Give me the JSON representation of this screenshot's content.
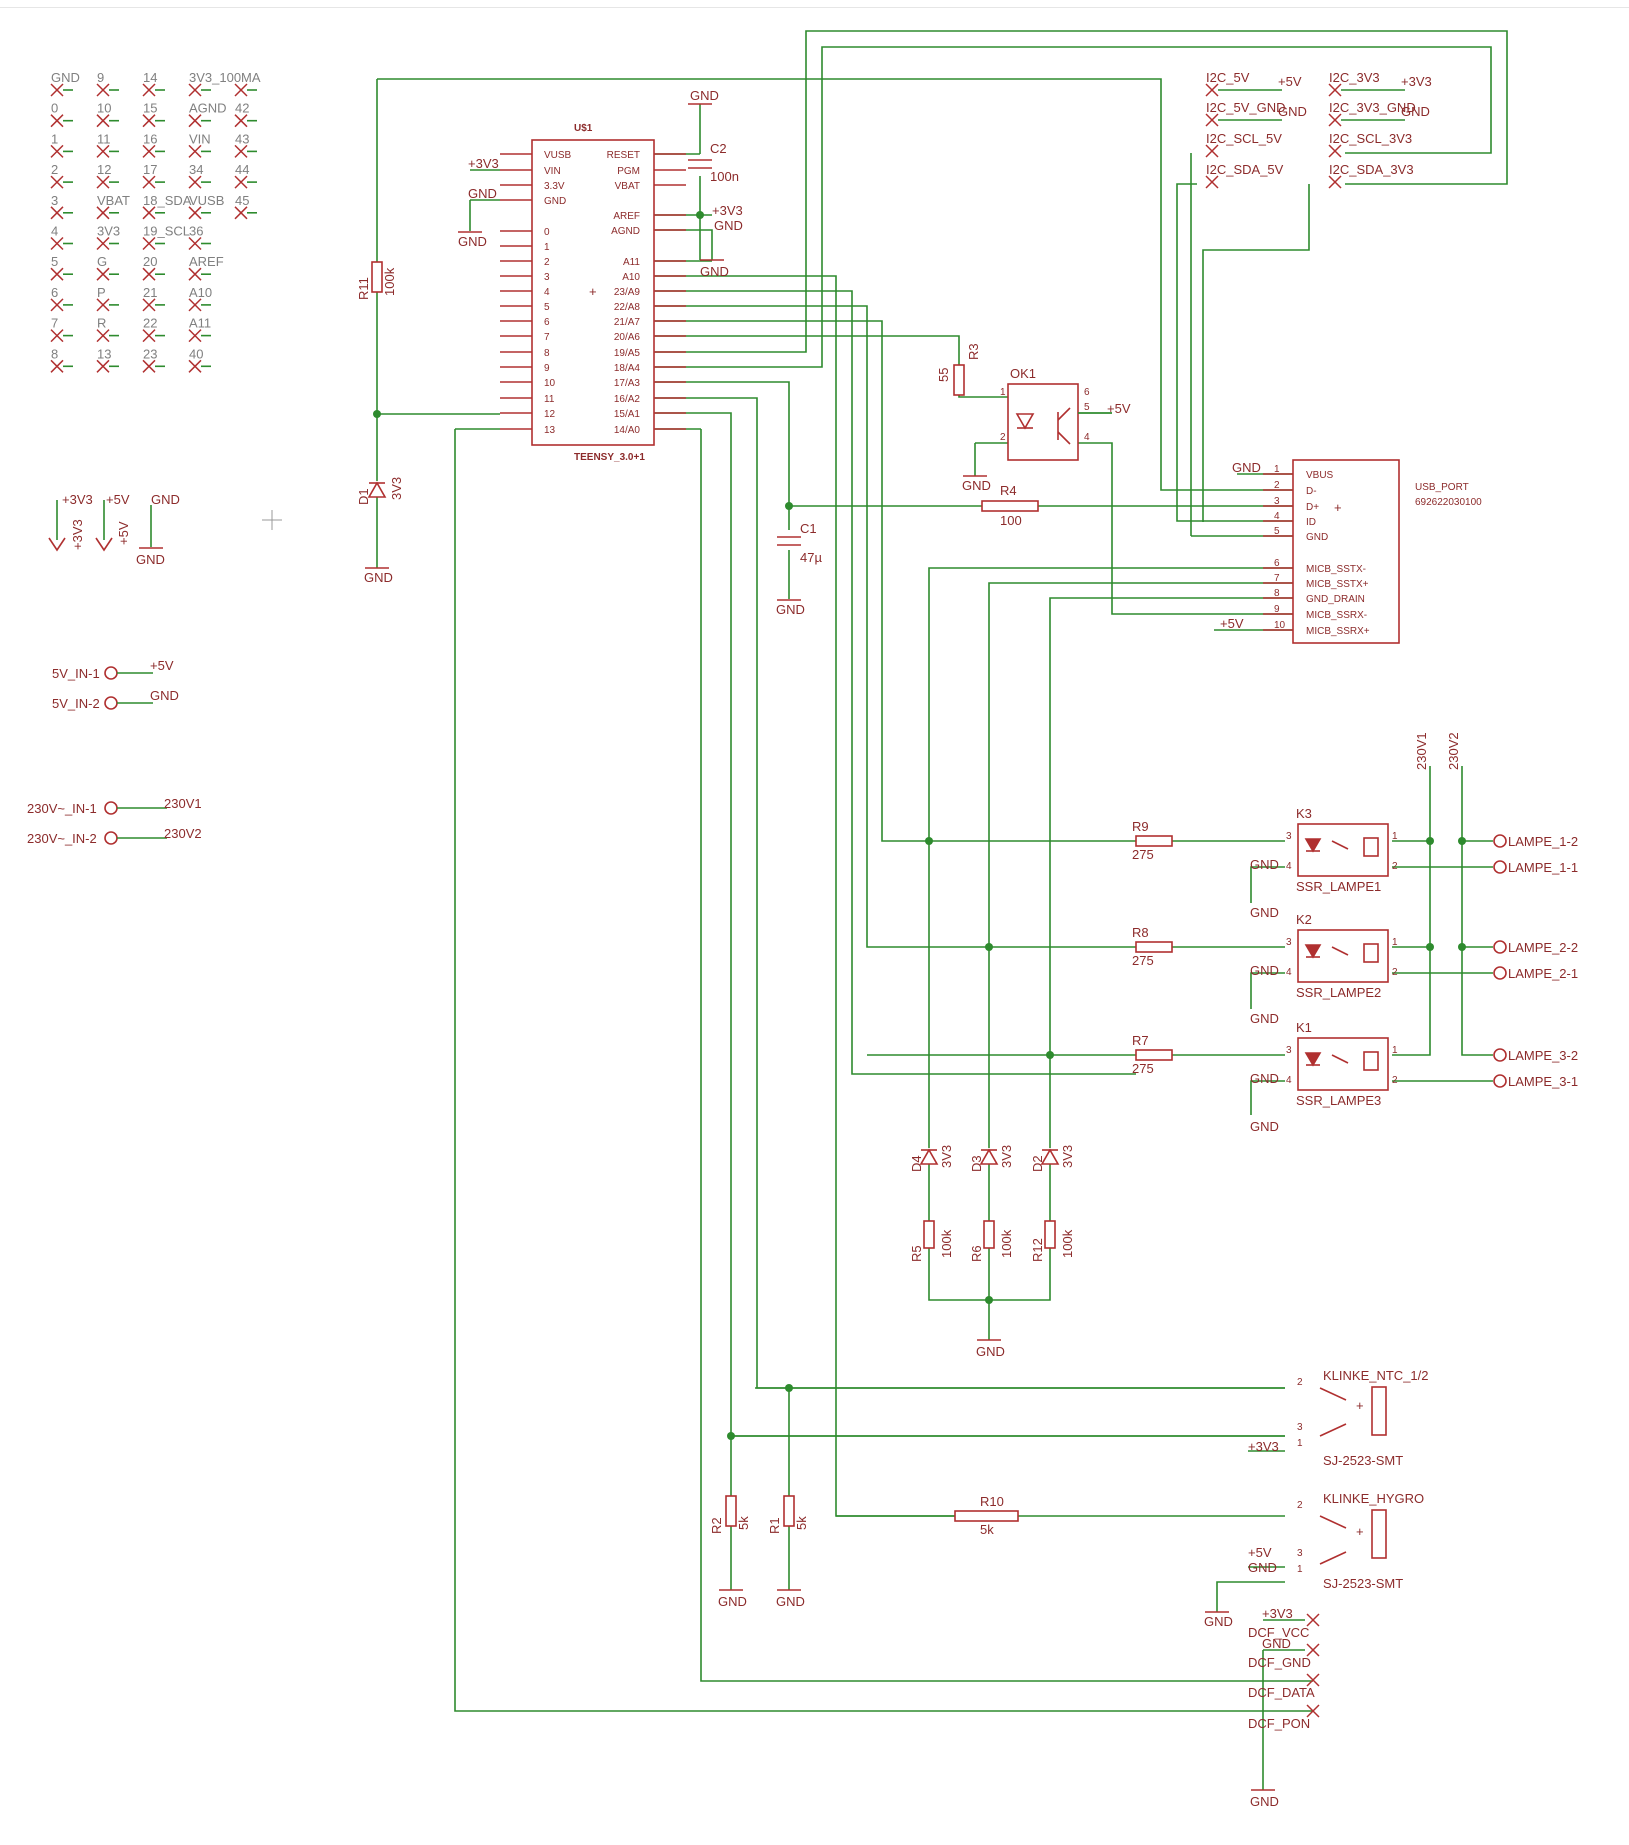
{
  "unconnected_pins": [
    [
      "GND",
      "0",
      "1",
      "2",
      "3",
      "4",
      "5",
      "6",
      "7",
      "8"
    ],
    [
      "9",
      "10",
      "11",
      "12",
      "VBAT",
      "3V3",
      "G",
      "P",
      "R",
      "13"
    ],
    [
      "14",
      "15",
      "16",
      "17",
      "18_SDA",
      "19_SCL",
      "20",
      "21",
      "22",
      "23"
    ],
    [
      "3V3_100MA",
      "AGND",
      "VIN",
      "34",
      "VUSB",
      "36",
      "AREF",
      "A10",
      "A11",
      "40"
    ],
    [
      "",
      "42",
      "43",
      "44",
      "45"
    ]
  ],
  "power_symbols": [
    "+3V3",
    "+5V",
    "GND"
  ],
  "inputs": {
    "in5v_1": "5V_IN-1",
    "in5v_2": "5V_IN-2",
    "net5v": "+5V",
    "netgnd": "GND",
    "in230_1": "230V~_IN-1",
    "in230_2": "230V~_IN-2",
    "net230_1": "230V1",
    "net230_2": "230V2"
  },
  "teensy": {
    "name": "U$1",
    "value": "TEENSY_3.0+1",
    "left_pins": [
      "VUSB",
      "VIN",
      "3.3V",
      "GND",
      "0",
      "1",
      "2",
      "3",
      "4",
      "5",
      "6",
      "7",
      "8",
      "9",
      "10",
      "11",
      "12",
      "13"
    ],
    "right_pins": [
      "RESET",
      "PGM",
      "VBAT",
      "AREF",
      "AGND",
      "A11",
      "A10",
      "23/A9",
      "22/A8",
      "21/A7",
      "20/A6",
      "19/A5",
      "18/A4",
      "17/A3",
      "16/A2",
      "15/A1",
      "14/A0"
    ]
  },
  "parts": {
    "r11": "R11",
    "r11v": "100k",
    "d1": "D1",
    "d1v": "3V3",
    "c2": "C2",
    "c2v": "100n",
    "c1": "C1",
    "c1v": "47µ",
    "r3": "R3",
    "r3v": "55",
    "ok1": "OK1",
    "r4": "R4",
    "r4v": "100",
    "usb_name": "USB_PORT",
    "usb_value": "692622030100",
    "usb_pins": [
      "VBUS",
      "D-",
      "D+",
      "ID",
      "GND",
      "MICB_SSTX-",
      "MICB_SSTX+",
      "GND_DRAIN",
      "MICB_SSRX-",
      "MICB_SSRX+"
    ],
    "usb_nums": [
      "1",
      "2",
      "3",
      "4",
      "5",
      "6",
      "7",
      "8",
      "9",
      "10"
    ],
    "i2c": [
      "I2C_5V",
      "I2C_5V_GND",
      "I2C_SCL_5V",
      "I2C_SDA_5V",
      "I2C_3V3",
      "I2C_3V3_GND",
      "I2C_SCL_3V3",
      "I2C_SDA_3V3"
    ],
    "k3": "K3",
    "k2": "K2",
    "k1": "K1",
    "ssr1": "SSR_LAMPE1",
    "ssr2": "SSR_LAMPE2",
    "ssr3": "SSR_LAMPE3",
    "r9": "R9",
    "r8": "R8",
    "r7": "R7",
    "r275": "275",
    "lamps": [
      "LAMPE_1-2",
      "LAMPE_1-1",
      "LAMPE_2-2",
      "LAMPE_2-1",
      "LAMPE_3-2",
      "LAMPE_3-1"
    ],
    "d4": "D4",
    "d3": "D3",
    "d2": "D2",
    "r5": "R5",
    "r6": "R6",
    "r12": "R12",
    "v100k": "100k",
    "klinke1": "KLINKE_NTC_1/2",
    "klinke2": "KLINKE_HYGRO",
    "jack": "SJ-2523-SMT",
    "r10": "R10",
    "r10v": "5k",
    "r2": "R2",
    "r1": "R1",
    "v5k": "5k",
    "dcf": [
      "DCF_VCC",
      "DCF_GND",
      "DCF_DATA",
      "DCF_PON"
    ]
  }
}
